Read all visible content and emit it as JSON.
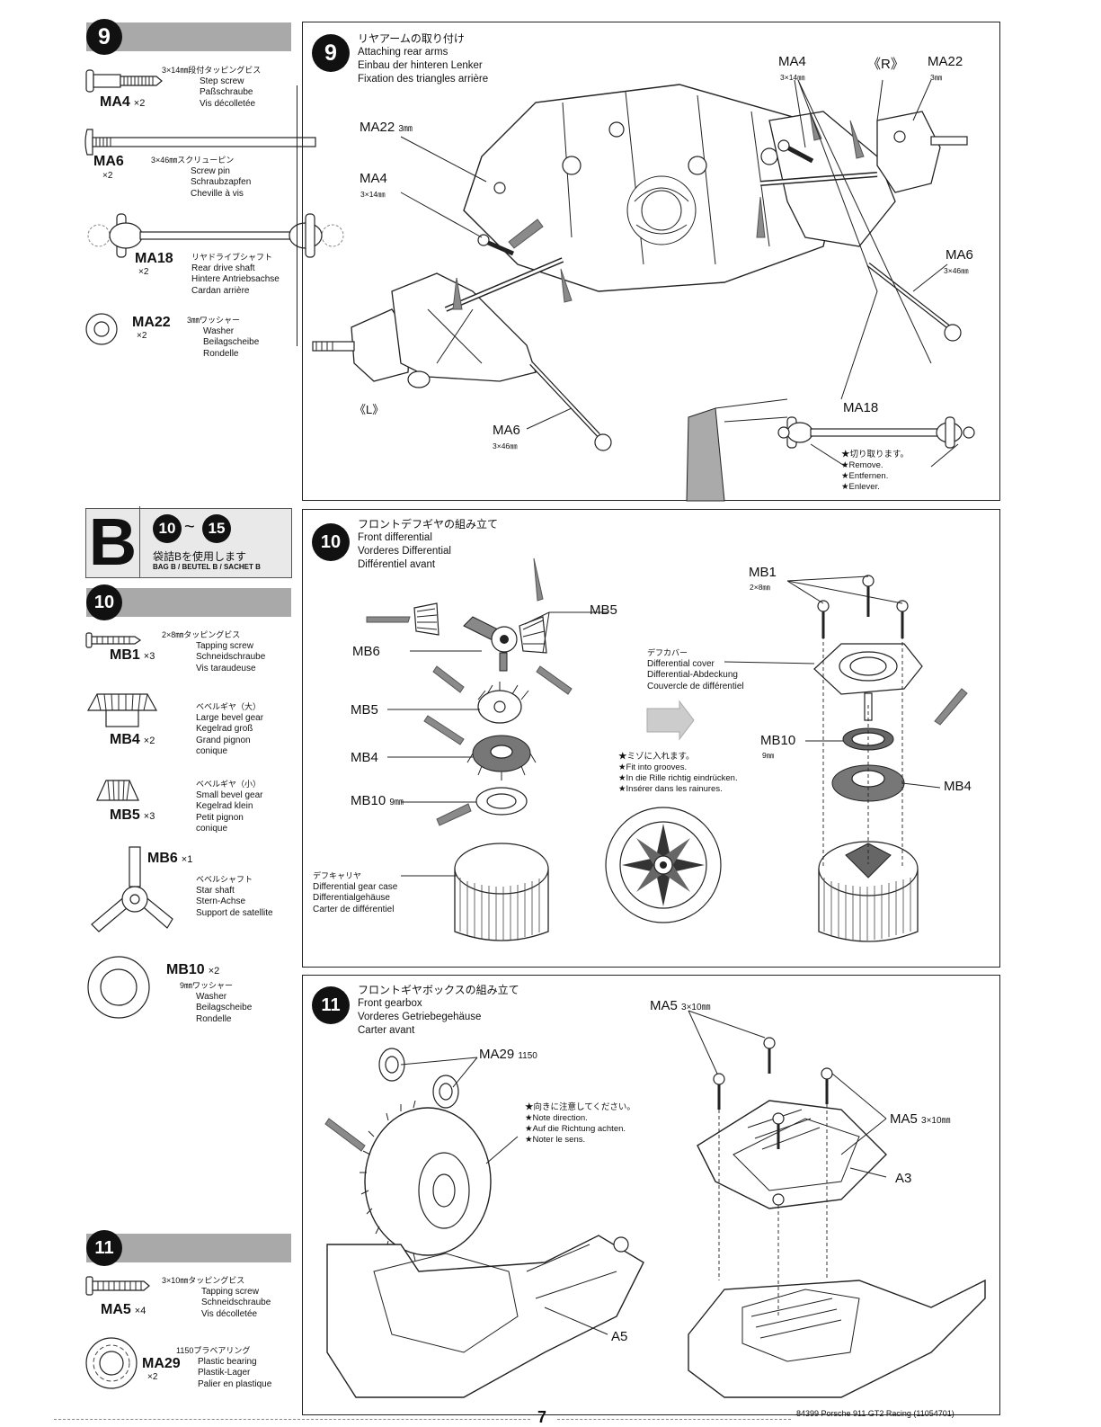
{
  "step9": {
    "num": "9",
    "title_lines": [
      "リヤアームの取り付け",
      "Attaching rear arms",
      "Einbau der hinteren Lenker",
      "Fixation des triangles arrière"
    ],
    "parts": [
      {
        "code": "MA4",
        "qty": "×2",
        "lines": [
          "3×14㎜段付タッピングビス",
          "Step screw",
          "Paßschraube",
          "Vis décolletée"
        ]
      },
      {
        "code": "MA6",
        "qty": "×2",
        "lines": [
          "3×46㎜スクリューピン",
          "Screw pin",
          "Schraubzapfen",
          "Cheville à vis"
        ]
      },
      {
        "code": "MA18",
        "qty": "×2",
        "lines": [
          "リヤドライブシャフト",
          "Rear drive shaft",
          "Hintere Antriebsachse",
          "Cardan arrière"
        ]
      },
      {
        "code": "MA22",
        "qty": "×2",
        "lines": [
          "3㎜ワッシャー",
          "Washer",
          "Beilagscheibe",
          "Rondelle"
        ]
      }
    ],
    "labels": {
      "ma4_right": "MA4",
      "ma4_right_size": "3×14㎜",
      "r": "《R》",
      "ma22_right": "MA22",
      "ma22_right_size": "3㎜",
      "ma22_left": "MA22",
      "ma22_left_size": "3㎜",
      "ma4_left": "MA4",
      "ma4_left_size": "3×14㎜",
      "ma6_right": "MA6",
      "ma6_right_size": "3×46㎜",
      "l": "《L》",
      "ma6_bottom": "MA6",
      "ma6_bottom_size": "3×46㎜",
      "ma18": "MA18"
    },
    "remove_note": [
      "★切り取ります。",
      "★Remove.",
      "★Entfernen.",
      "★Enlever."
    ]
  },
  "bagB": {
    "letter": "B",
    "range_from": "10",
    "range_sep": "~",
    "range_to": "15",
    "line1": "袋詰Bを使用します",
    "line2": "BAG B / BEUTEL B / SACHET B"
  },
  "step10": {
    "num": "10",
    "title_lines": [
      "フロントデフギヤの組み立て",
      "Front differential",
      "Vorderes Differential",
      "Différentiel avant"
    ],
    "parts": [
      {
        "code": "MB1",
        "qty": "×3",
        "lines": [
          "2×8㎜タッピングビス",
          "Tapping screw",
          "Schneidschraube",
          "Vis taraudeuse"
        ]
      },
      {
        "code": "MB4",
        "qty": "×2",
        "lines": [
          "ベベルギヤ（大）",
          "Large bevel gear",
          "Kegelrad groß",
          "Grand pignon",
          "conique"
        ]
      },
      {
        "code": "MB5",
        "qty": "×3",
        "lines": [
          "ベベルギヤ（小）",
          "Small bevel gear",
          "Kegelrad klein",
          "Petit pignon",
          "conique"
        ]
      },
      {
        "code": "MB6",
        "qty": "×1",
        "lines": [
          "ベベルシャフト",
          "Star shaft",
          "Stern-Achse",
          "Support de satellite"
        ]
      },
      {
        "code": "MB10",
        "qty": "×2",
        "lines": [
          "9㎜ワッシャー",
          "Washer",
          "Beilagscheibe",
          "Rondelle"
        ]
      }
    ],
    "labels": {
      "mb5_top": "MB5",
      "mb6": "MB6",
      "mb5_mid": "MB5",
      "mb4_left": "MB4",
      "mb10_left": "MB10",
      "mb10_left_size": "9㎜",
      "mb1": "MB1",
      "mb1_size": "2×8㎜",
      "mb10_right": "MB10",
      "mb10_right_size": "9㎜",
      "mb4_right": "MB4"
    },
    "cover_lines": [
      "デフカバー",
      "Differential cover",
      "Differential-Abdeckung",
      "Couvercle de différentiel"
    ],
    "case_lines": [
      "デフキャリヤ",
      "Differential gear case",
      "Differentialgehäuse",
      "Carter de différentiel"
    ],
    "groove_note": [
      "★ミゾに入れます。",
      "★Fit into grooves.",
      "★In die Rille richtig eindrücken.",
      "★Insérer dans les rainures."
    ]
  },
  "step11": {
    "num": "11",
    "title_lines": [
      "フロントギヤボックスの組み立て",
      "Front gearbox",
      "Vorderes Getriebegehäuse",
      "Carter avant"
    ],
    "parts": [
      {
        "code": "MA5",
        "qty": "×4",
        "lines": [
          "3×10㎜タッピングビス",
          "Tapping screw",
          "Schneidschraube",
          "Vis décolletée"
        ]
      },
      {
        "code": "MA29",
        "qty": "×2",
        "lines": [
          "1150プラベアリング",
          "Plastic bearing",
          "Plastik-Lager",
          "Palier en plastique"
        ]
      }
    ],
    "labels": {
      "ma29": "MA29",
      "ma29_size": "1150",
      "ma5_top": "MA5",
      "ma5_top_size": "3×10㎜",
      "ma5_right": "MA5",
      "ma5_right_size": "3×10㎜",
      "a3": "A3",
      "a5": "A5"
    },
    "direction_note": [
      "★向きに注意してください。",
      "★Note direction.",
      "★Auf die Richtung achten.",
      "★Noter le sens."
    ]
  },
  "footer": {
    "page": "7",
    "doc": "84399  Porsche 911 GT2 Racing (11054701)"
  }
}
